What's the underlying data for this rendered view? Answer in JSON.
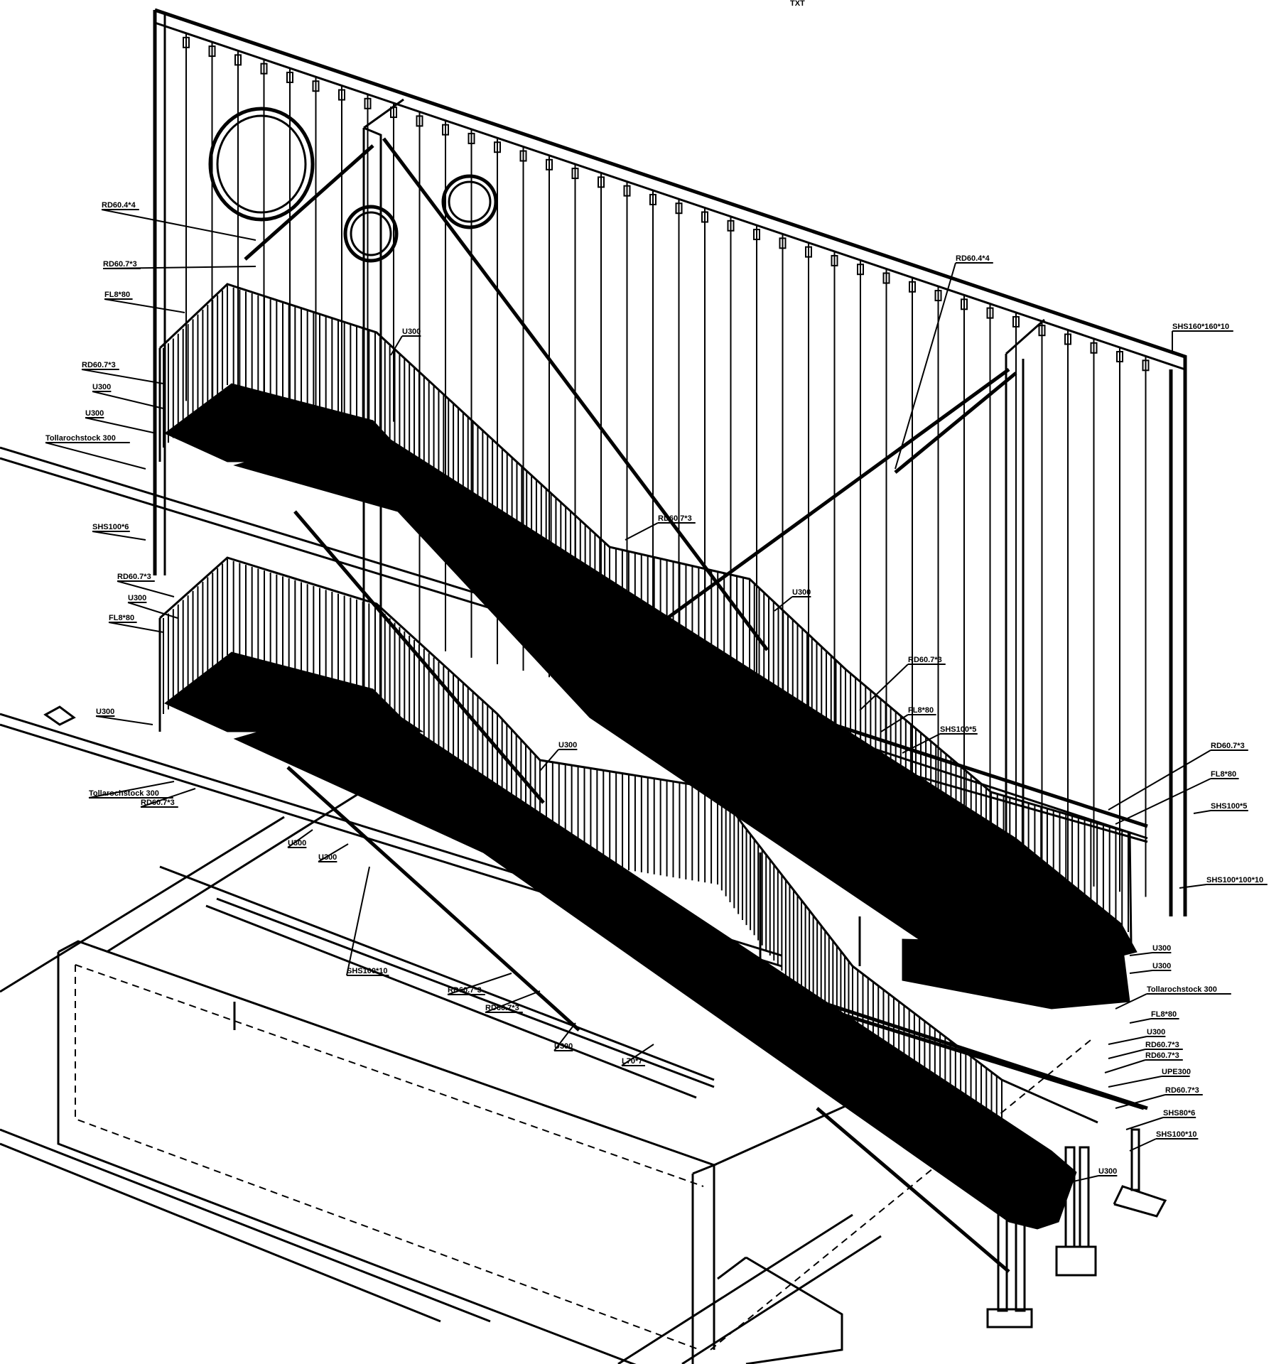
{
  "drawing": {
    "top_mark": "TXT",
    "colors": {
      "ink": "#000000",
      "paper": "#ffffff"
    },
    "labels": [
      {
        "text": "RD60.4*4"
      },
      {
        "text": "RD60.7*3"
      },
      {
        "text": "FL8*80"
      },
      {
        "text": "RD60.7*3"
      },
      {
        "text": "U300"
      },
      {
        "text": "U300"
      },
      {
        "text": "Tollarochstock 300"
      },
      {
        "text": "SHS100*6"
      },
      {
        "text": "RD60.7*3"
      },
      {
        "text": "U300"
      },
      {
        "text": "FL8*80"
      },
      {
        "text": "U300"
      },
      {
        "text": "Tollarochstock 300"
      },
      {
        "text": "RD60.7*3"
      },
      {
        "text": "U300"
      },
      {
        "text": "U300"
      },
      {
        "text": "SHS100*10"
      },
      {
        "text": "RD60.7*3"
      },
      {
        "text": "RD60.7*3"
      },
      {
        "text": "U300"
      },
      {
        "text": "L70*7"
      },
      {
        "text": "U300"
      },
      {
        "text": "U300"
      },
      {
        "text": "RD60.4*4"
      },
      {
        "text": "RD60.7*3"
      },
      {
        "text": "U300"
      },
      {
        "text": "RD60.7*3"
      },
      {
        "text": "FL8*80"
      },
      {
        "text": "SHS100*5"
      },
      {
        "text": "SHS160*160*10"
      },
      {
        "text": "RD60.7*3"
      },
      {
        "text": "FL8*80"
      },
      {
        "text": "SHS100*5"
      },
      {
        "text": "SHS100*100*10"
      },
      {
        "text": "U300"
      },
      {
        "text": "U300"
      },
      {
        "text": "Tollarochstock 300"
      },
      {
        "text": "FL8*80"
      },
      {
        "text": "U300"
      },
      {
        "text": "RD60.7*3"
      },
      {
        "text": "RD60.7*3"
      },
      {
        "text": "UPE300"
      },
      {
        "text": "RD60.7*3"
      },
      {
        "text": "SHS80*6"
      },
      {
        "text": "SHS100*10"
      },
      {
        "text": "U300"
      }
    ]
  }
}
